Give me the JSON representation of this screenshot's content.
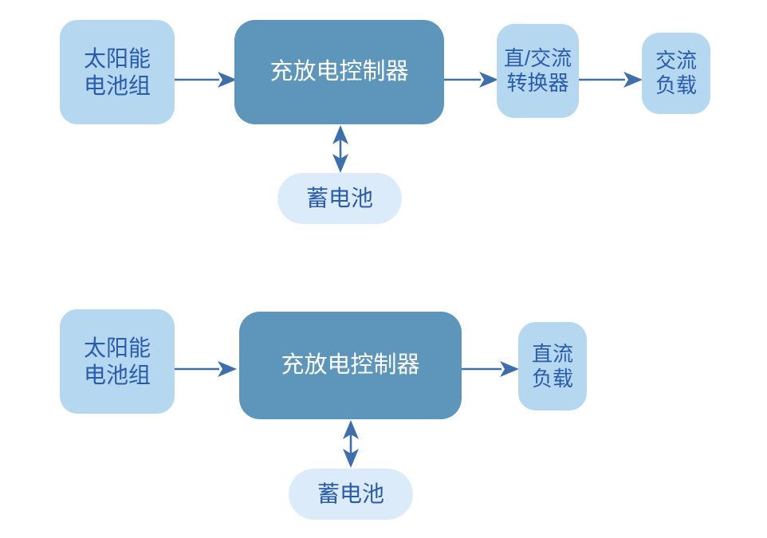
{
  "figure": {
    "background_color": "#ffffff",
    "palette": {
      "light_block_fill": "#b5d7ef",
      "primary_block_fill": "#5e95bb",
      "pale_block_fill": "#dcebf9",
      "label_blue": "#2a5cad",
      "label_white": "#ffffff",
      "arrow_blue": "#3f6fab"
    }
  },
  "diagrams": [
    {
      "id": "ac-system",
      "nodes": {
        "solar_array": "太阳能\n电池组",
        "controller": "充放电控制器",
        "converter": "直/交流\n转换器",
        "load": "交流\n负载",
        "battery": "蓄电池"
      },
      "connectors": {
        "solar_to_controller": "arrow-right",
        "controller_to_converter": "arrow-right",
        "converter_to_load": "arrow-right",
        "controller_to_battery": "arrow-double-vertical"
      }
    },
    {
      "id": "dc-system",
      "nodes": {
        "solar_array": "太阳能\n电池组",
        "controller": "充放电控制器",
        "load": "直流\n负载",
        "battery": "蓄电池"
      },
      "connectors": {
        "solar_to_controller": "arrow-right",
        "controller_to_load": "arrow-right",
        "controller_to_battery": "arrow-double-vertical"
      }
    }
  ]
}
